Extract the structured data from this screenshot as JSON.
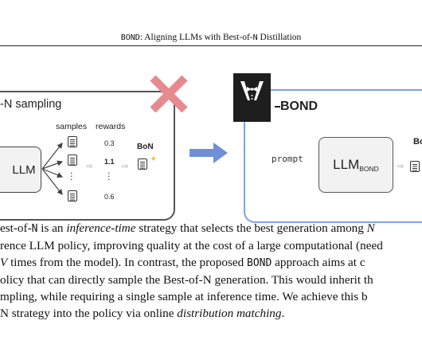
{
  "header": {
    "bond_mono": "BOND",
    "rest": ": Aligning LLMs with Best-of-",
    "n_mono": "N",
    "tail": " Distillation"
  },
  "left_panel": {
    "title": "-N sampling",
    "samples_label": "samples",
    "rewards_label": "rewards",
    "llm_label": "LLM",
    "rewards": [
      "0.3",
      "1.1",
      "0.6"
    ],
    "bon_label": "BoN"
  },
  "right_panel": {
    "title": "BOND",
    "prompt_label": "prompt",
    "llm_main": "LLM",
    "llm_sub": "BOND",
    "cut_label": "Bo"
  },
  "colors": {
    "cross": "#e58a8e",
    "arrow": "#6f8fd6",
    "bond_border": "#7fa2ee"
  },
  "paragraph": {
    "l1a": "est-of-",
    "l1b": "N",
    "l1c": " is an ",
    "l1d": "inference-time",
    "l1e": " strategy that selects the best generation among ",
    "l1f": "N",
    "l2": "rence LLM policy, improving quality at the cost of a large computational (need",
    "l3a": "V",
    "l3b": " times from the model). In contrast, the proposed ",
    "l3c": "BOND",
    "l3d": " approach aims at c",
    "l4": "olicy that can directly sample the Best-of-N generation. This would inherit th",
    "l5": "mpling, while requiring a single sample at inference time. We achieve this b",
    "l6a": "N strategy into the policy via online ",
    "l6b": "distribution matching",
    "l6c": "."
  }
}
